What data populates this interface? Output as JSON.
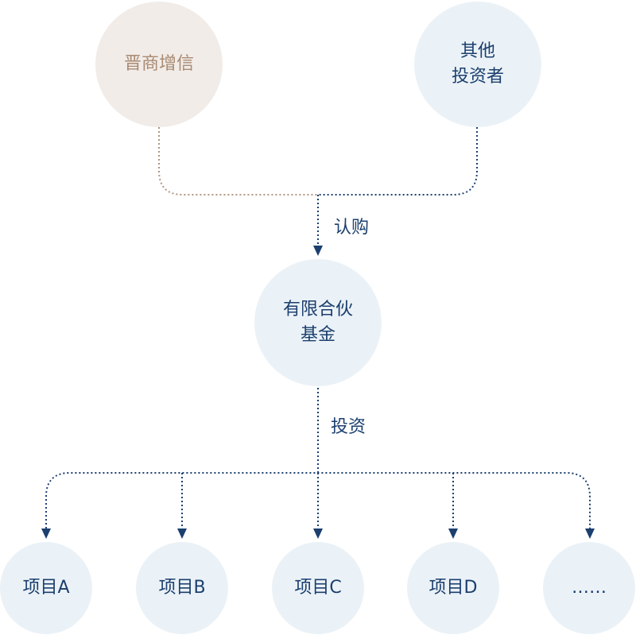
{
  "colors": {
    "primary": "#1b3f6e",
    "tan_text": "#a98a72",
    "tan_line": "#b09580",
    "tan_fill": "#f1ece8",
    "blue_fill": "#ebf2f7"
  },
  "top_nodes": {
    "jinshang": "晋商增信",
    "others_line1": "其他",
    "others_line2": "投资者"
  },
  "edges": {
    "subscribe": "认购",
    "invest": "投资"
  },
  "fund_node": {
    "line1": "有限合伙",
    "line2": "基金"
  },
  "projects": [
    {
      "label": "项目A"
    },
    {
      "label": "项目B"
    },
    {
      "label": "项目C"
    },
    {
      "label": "项目D"
    },
    {
      "label": "……"
    }
  ]
}
